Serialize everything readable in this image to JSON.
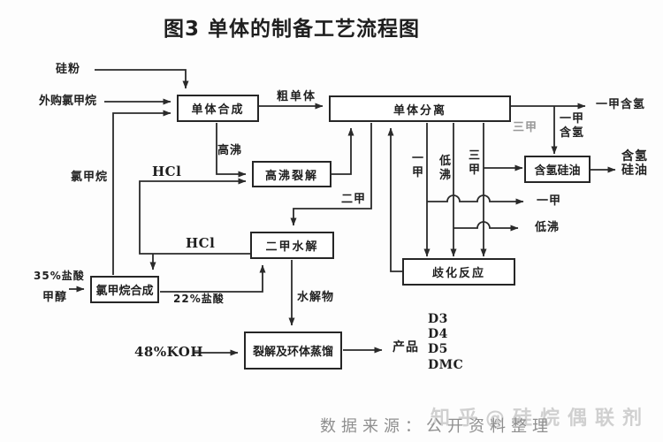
{
  "title": "图3 单体的制备工艺流程图",
  "nodes": {
    "monomer_synthesis": "单体合成",
    "monomer_separation": "单体分离",
    "high_boiler_cracking": "高沸裂解",
    "dimethyl_hydrolysis": "二甲水解",
    "hydrogen_silicone_oil": "含氢硅油",
    "disproportionation": "歧化反应",
    "cracking_cyclic_distillation": "裂解及环体蒸馏",
    "chloromethane_synthesis": "氯甲烷合成"
  },
  "labels": {
    "silicon_powder": "硅粉",
    "purchased_chloromethane": "外购氯甲烷",
    "chloromethane": "氯甲烷",
    "crude_monomer": "粗单体",
    "high_boiler": "高沸",
    "hcl_upper": "HCl",
    "hcl_lower": "HCl",
    "dimethyl": "二甲",
    "acid_35": "35%盐酸",
    "methanol": "甲醇",
    "acid_22": "22%盐酸",
    "hydrolysate": "水解物",
    "koh": "48%KOH",
    "product": "产品",
    "monomethyl_col": "一甲",
    "low_boiler_col": "低沸",
    "trimethyl_col": "三甲",
    "trimethyl_branch": "三甲",
    "methyl_hydrogen_branch": "一甲含氢",
    "methyl_hydrogen_out": "一甲含氢",
    "silicone_oil_out": "含氢硅油",
    "monomethyl_out": "一甲",
    "low_boiler_out": "低沸"
  },
  "products": [
    "D3",
    "D4",
    "D5",
    "DMC"
  ],
  "footer": {
    "caption": "数据来源：公开资料整理",
    "watermark": "知乎@硅烷偶联剂"
  },
  "colors": {
    "line": "#2a2a2a",
    "caption": "#8f8f8f",
    "watermark": "#c9c9c9",
    "background": "#fdfdfd"
  }
}
